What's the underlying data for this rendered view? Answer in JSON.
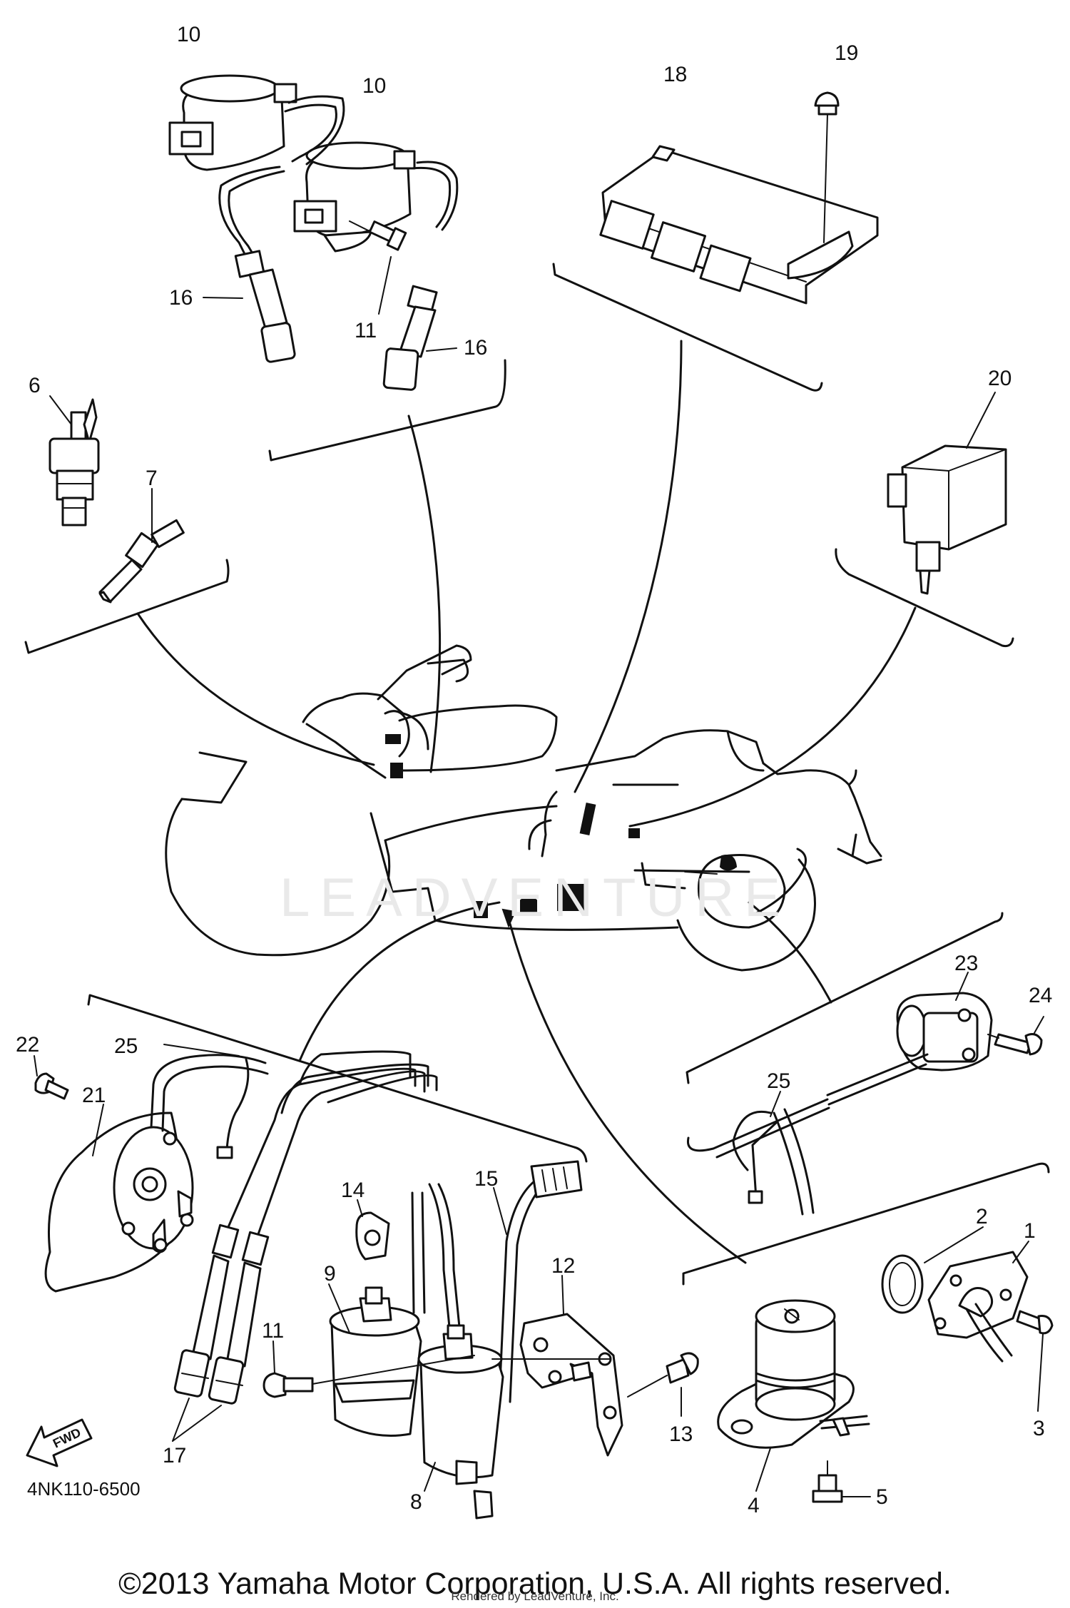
{
  "diagram": {
    "callouts": {
      "c10a": "10",
      "c10b": "10",
      "c18": "18",
      "c19": "19",
      "c16a": "16",
      "c16b": "16",
      "c11a": "11",
      "c6": "6",
      "c7": "7",
      "c20": "20",
      "c25a": "25",
      "c22": "22",
      "c21": "21",
      "c14": "14",
      "c15": "15",
      "c12": "12",
      "c9": "9",
      "c11b": "11",
      "c13": "13",
      "c17": "17",
      "c8": "8",
      "c23": "23",
      "c24": "24",
      "c25b": "25",
      "c2": "2",
      "c1": "1",
      "c3": "3",
      "c4": "4",
      "c5": "5"
    },
    "fwd_label": "FWD",
    "drawing_number": "4NK110-6500",
    "watermark": "LEADVENTURE",
    "copyright": "©2013 Yamaha Motor Corporation, U.S.A. All rights reserved.",
    "rendered_by": "Rendered by LeadVenture, Inc."
  }
}
